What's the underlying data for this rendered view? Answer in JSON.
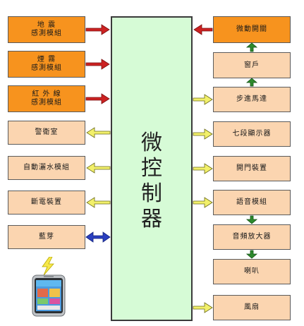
{
  "colors": {
    "sensor_box": "#f7931e",
    "device_box": "#fbd5b0",
    "controller": "#d6fbd6",
    "arrow_red": "#cc2222",
    "arrow_yellow": "#f2f06a",
    "arrow_blue": "#2a3fbf",
    "arrow_green": "#2d8a2d"
  },
  "controller": {
    "title": "微\n控\n制\n器"
  },
  "left_modules": [
    {
      "label": "地  震\n感測模組",
      "style": "orange",
      "arrow": "red-in"
    },
    {
      "label": "煙  霧\n感測模組",
      "style": "orange",
      "arrow": "red-in"
    },
    {
      "label": "紅 外 線\n感測模組",
      "style": "orange",
      "arrow": "red-in"
    },
    {
      "label": "警衛室",
      "style": "peach",
      "arrow": "yellow-out"
    },
    {
      "label": "自動灑水模組",
      "style": "peach",
      "arrow": "yellow-out"
    },
    {
      "label": "斷電裝置",
      "style": "peach",
      "arrow": "yellow-out"
    },
    {
      "label": "藍芽",
      "style": "peach",
      "arrow": "blue-both"
    }
  ],
  "right_modules": [
    {
      "label": "微動開關",
      "style": "orange",
      "arrow": "red-in"
    },
    {
      "label": "窗戶",
      "style": "peach",
      "arrow": "none"
    },
    {
      "label": "步進馬達",
      "style": "peach",
      "arrow": "yellow-out"
    },
    {
      "label": "七段顯示器",
      "style": "peach",
      "arrow": "yellow-out"
    },
    {
      "label": "開門裝置",
      "style": "peach",
      "arrow": "yellow-out"
    },
    {
      "label": "語音模組",
      "style": "peach",
      "arrow": "yellow-out"
    },
    {
      "label": "音頻放大器",
      "style": "peach",
      "arrow": "none"
    },
    {
      "label": "喇叭",
      "style": "peach",
      "arrow": "none"
    },
    {
      "label": "風扇",
      "style": "peach",
      "arrow": "yellow-out"
    }
  ],
  "phone": {
    "icon": "smartphone-icon",
    "signal_icon": "lightning-icon"
  }
}
